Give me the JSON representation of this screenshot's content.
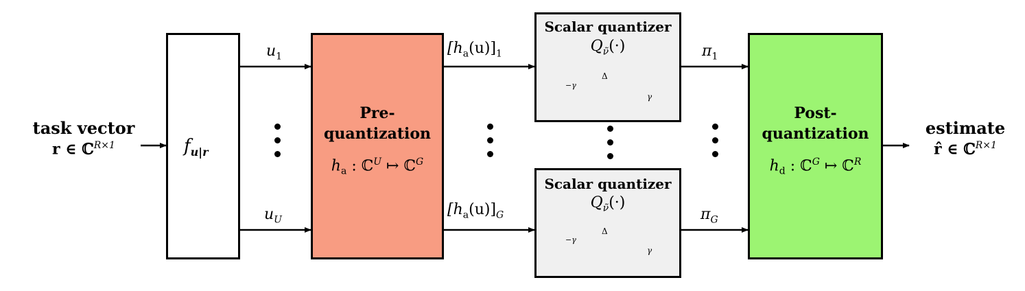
{
  "input": {
    "title": "task vector",
    "math": "r ∈ ℂ^{R×1}",
    "math_main": "r ∈ ℂ",
    "math_sup": "R×1"
  },
  "encoder": {
    "label": "f",
    "sub": "u|r"
  },
  "pre": {
    "title_line1": "Pre-",
    "title_line2": "quantization",
    "math_main": "h",
    "math_sub": "a",
    "math_rest": " : ℂ",
    "sup1": "U",
    "mid": " ↦ ℂ",
    "sup2": "G",
    "color": "#f89c82"
  },
  "signals_u": [
    {
      "main": "u",
      "sub": "1"
    },
    {
      "main": "u",
      "sub": "U"
    }
  ],
  "signals_h": [
    {
      "main": "[h",
      "sub": "a",
      "rest": "(u)]",
      "idx": "1"
    },
    {
      "main": "[h",
      "sub": "a",
      "rest": "(u)]",
      "idx": "G"
    }
  ],
  "quantizers": [
    {
      "title": "Scalar quantizer",
      "q_main": "Q",
      "q_sub": "ν̃",
      "q_arg": "(·)",
      "delta": "Δ",
      "neg_gamma": "−γ",
      "gamma": "γ"
    },
    {
      "title": "Scalar quantizer",
      "q_main": "Q",
      "q_sub": "ν̃",
      "q_arg": "(·)",
      "delta": "Δ",
      "neg_gamma": "−γ",
      "gamma": "γ"
    }
  ],
  "signals_pi": [
    {
      "main": "π",
      "sub": "1"
    },
    {
      "main": "π",
      "sub": "G"
    }
  ],
  "post": {
    "title_line1": "Post-",
    "title_line2": "quantization",
    "math_main": "h",
    "math_sub": "d",
    "math_rest": " : ℂ",
    "sup1": "G",
    "mid": " ↦ ℂ",
    "sup2": "R",
    "color": "#9cf472"
  },
  "output": {
    "title": "estimate",
    "math_main": "r̂ ∈ ℂ",
    "math_sup": "R×1"
  },
  "quantizer_fill": "#f0f0f0",
  "staircase_color": "#c0392b"
}
